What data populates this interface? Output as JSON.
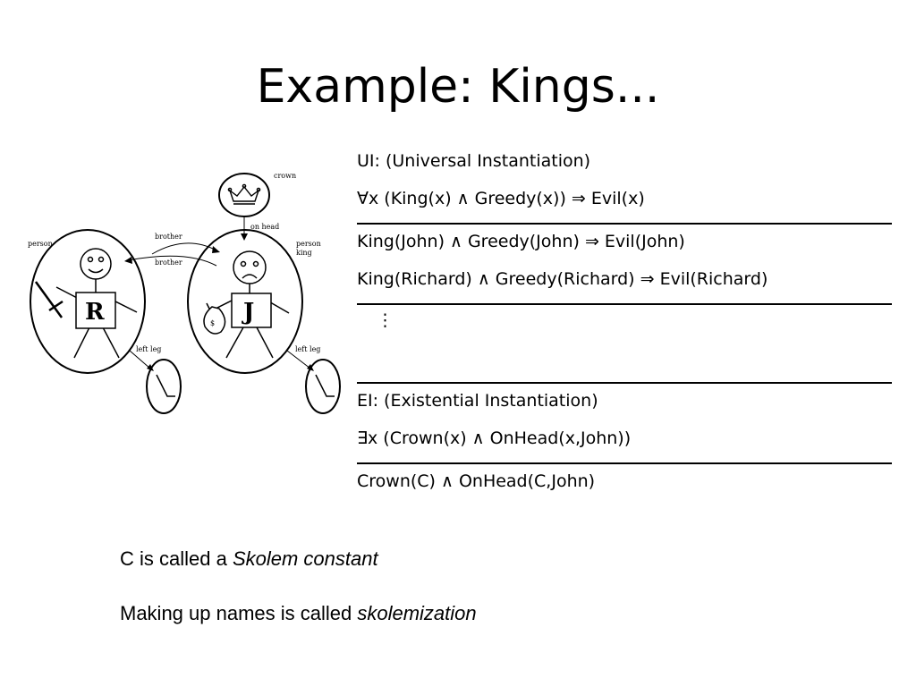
{
  "title": "Example: Kings...",
  "diagram": {
    "labels": {
      "crown": "crown",
      "on_head": "on head",
      "brother_top": "brother",
      "brother_bottom": "brother",
      "person_left": "person",
      "person_right": "person",
      "king": "king",
      "left_leg_left": "left leg",
      "left_leg_right": "left leg",
      "richard_letter": "R",
      "john_letter": "J",
      "money": "$"
    }
  },
  "rules": {
    "ui_heading": "UI: (Universal Instantiation)",
    "ui_premise": "∀x (King(x) ∧ Greedy(x)) ⇒ Evil(x)",
    "ui_conclusion_1": "King(John) ∧ Greedy(John) ⇒ Evil(John)",
    "ui_conclusion_2": "King(Richard) ∧ Greedy(Richard) ⇒ Evil(Richard)",
    "ellipsis": "⋮",
    "ei_heading": "EI: (Existential Instantiation)",
    "ei_premise": "∃x (Crown(x) ∧ OnHead(x,John))",
    "ei_conclusion": "Crown(C) ∧ OnHead(C,John)"
  },
  "notes": [
    {
      "prefix": "C is called a ",
      "emphasis": "Skolem constant"
    },
    {
      "prefix": "Making up names is called ",
      "emphasis": "skolemization"
    }
  ]
}
